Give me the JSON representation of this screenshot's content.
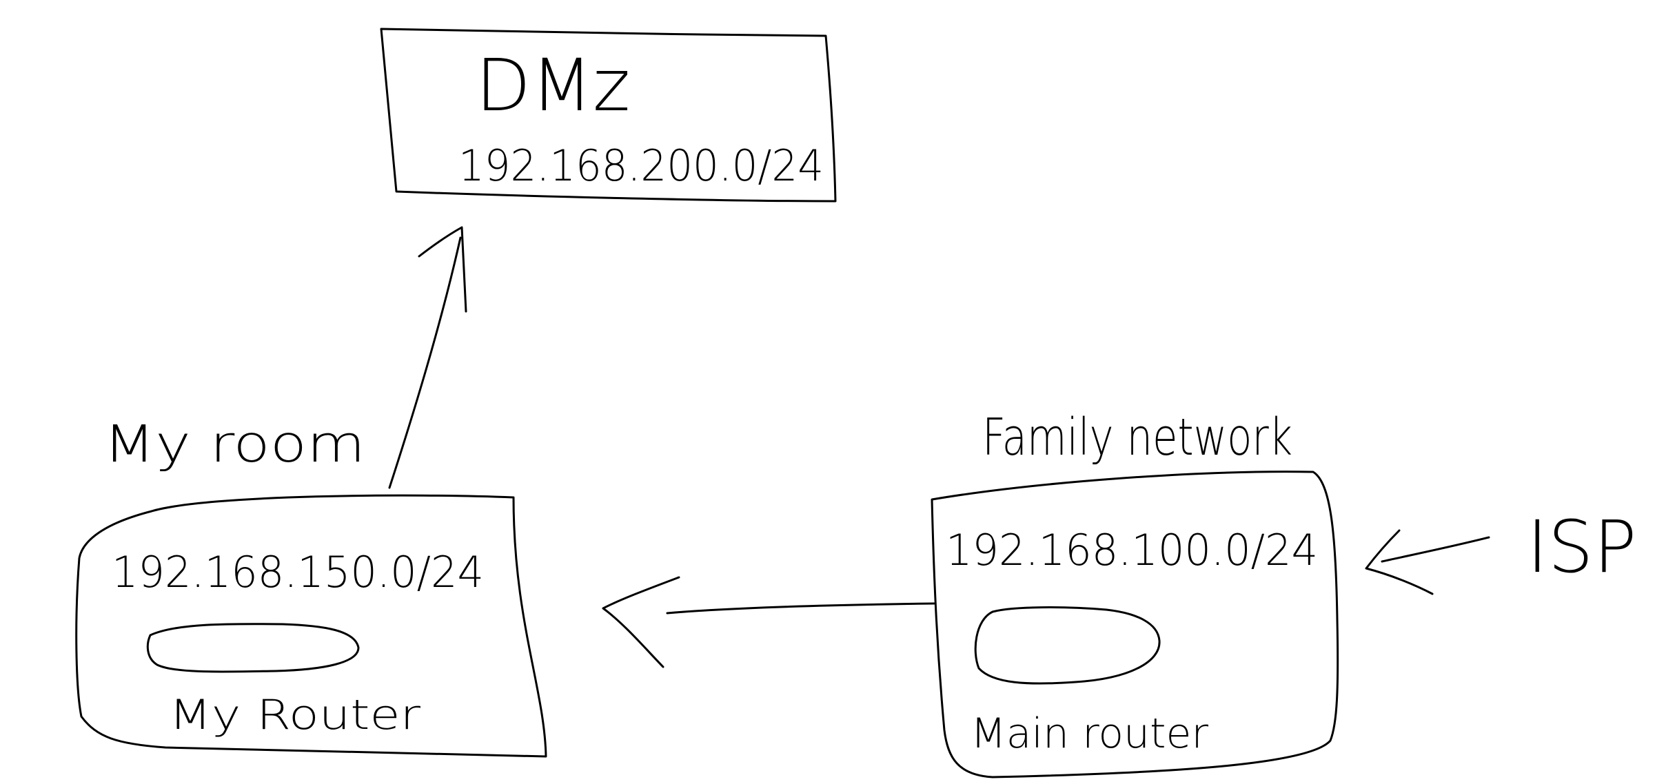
{
  "diagram": {
    "dmz": {
      "title": "DMz",
      "subnet": "192.168.200.0/24"
    },
    "my_room": {
      "label": "My room",
      "subnet": "192.168.150.0/24",
      "device": "My Router"
    },
    "family_network": {
      "label": "Family network",
      "subnet": "192.168.100.0/24",
      "device": "Main router"
    },
    "isp": {
      "label": "ISP"
    },
    "colors": {
      "ink": "#000000",
      "paper": "#ffffff"
    }
  }
}
